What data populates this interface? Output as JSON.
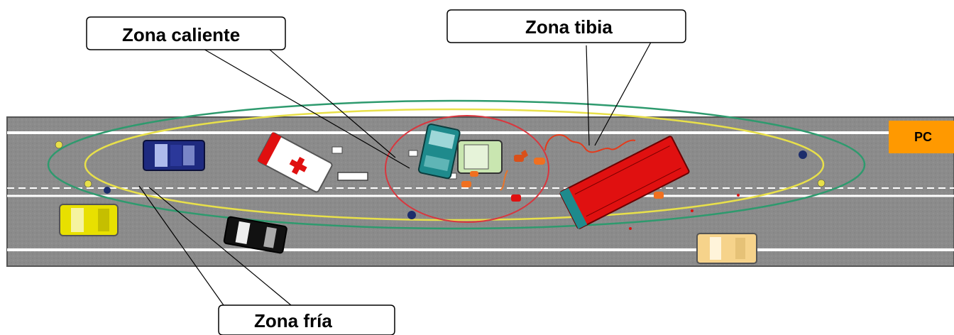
{
  "labels": {
    "hot_zone": "Zona caliente",
    "warm_zone": "Zona tibia",
    "cold_zone": "Zona fría",
    "command_post": "PC"
  },
  "colors": {
    "road": "#8a8a8a",
    "road_edge": "#5a5a5a",
    "lane_line": "#ffffff",
    "hot_zone_ring": "#d9363e",
    "warm_zone_ring": "#e8e04a",
    "cold_zone_ring": "#2e9a6e",
    "command_post": "#ff9900",
    "bus": "#e01010",
    "ambulance_cross": "#e01010"
  }
}
